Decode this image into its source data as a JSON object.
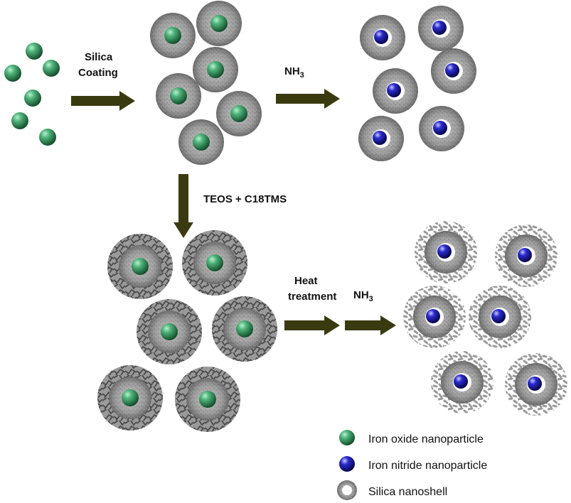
{
  "labels": {
    "silica_line1": "Silica",
    "silica_line2": "Coating",
    "nh3_top": "NH",
    "nh3_top_sub": "3",
    "teos": "TEOS + C18TMS",
    "heat_line1": "Heat",
    "heat_line2": "treatment",
    "nh3_bottom": "NH",
    "nh3_bottom_sub": "3"
  },
  "legend": [
    {
      "label": "Iron oxide nanoparticle",
      "icon": "green-core-sphere"
    },
    {
      "label": "Iron nitride nanoparticle",
      "icon": "blue-core-sphere"
    },
    {
      "label": "Silica nanoshell",
      "icon": "silica-shell-ring"
    }
  ],
  "colors": {
    "iron_oxide": "#2e8b57",
    "iron_nitride": "#1a1aa8",
    "silica_shell": "#8a8a8a",
    "arrow": "#3a3a10",
    "mesh": "#555555"
  }
}
